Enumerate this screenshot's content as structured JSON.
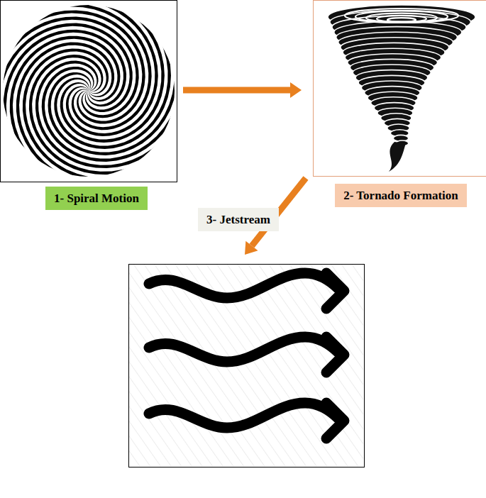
{
  "diagram": {
    "nodes": [
      {
        "text": [
          "1- Spiral Motion"
        ]
      },
      {
        "text": [
          "2- Tornado Formation"
        ]
      },
      {
        "text": [
          "3- Jetstream"
        ]
      }
    ],
    "edges": [
      {
        "from": 0,
        "to": 1,
        "arrow": "to"
      },
      {
        "from": 1,
        "to": 2,
        "arrow": "to"
      }
    ]
  }
}
